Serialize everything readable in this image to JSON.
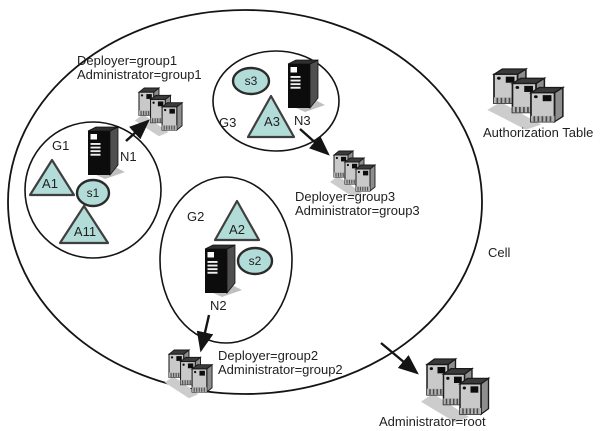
{
  "diagram": {
    "cell": {
      "label": "Cell"
    },
    "authorization_table": {
      "label": "Authorization Table"
    },
    "root_access": {
      "label": "Administrator=root"
    },
    "groups": [
      {
        "id": "G1",
        "applications": [
          "A1",
          "A11"
        ],
        "server": "s1",
        "node": "N1",
        "permissions": {
          "deployer": "Deployer=group1",
          "administrator": "Administrator=group1"
        }
      },
      {
        "id": "G2",
        "applications": [
          "A2"
        ],
        "server": "s2",
        "node": "N2",
        "permissions": {
          "deployer": "Deployer=group2",
          "administrator": "Administrator=group2"
        }
      },
      {
        "id": "G3",
        "applications": [
          "A3"
        ],
        "server": "s3",
        "node": "N3",
        "permissions": {
          "deployer": "Deployer=group3",
          "administrator": "Administrator=group3"
        }
      }
    ]
  },
  "colors": {
    "shape-fill": "#b2dcd7",
    "line-color": "#141414",
    "icon-front": "#c9c9c9"
  }
}
